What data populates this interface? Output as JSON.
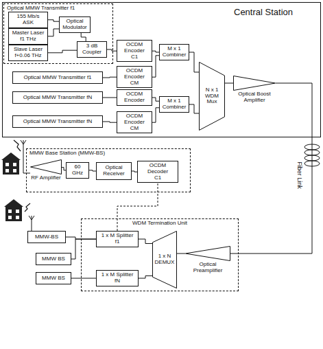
{
  "diagram": {
    "nodes": [
      {
        "text": [
          "Central Station"
        ]
      },
      {
        "text": [
          "Optical MMW Transmitter f1"
        ],
        "in": 0
      },
      {
        "text": [
          "155 Mb/s ASK"
        ],
        "in": 1
      },
      {
        "text": [
          "Master Laser f1 THz"
        ],
        "in": 1
      },
      {
        "text": [
          "Slave Laser f+0.06 THz"
        ],
        "in": 1
      },
      {
        "text": [
          "Optical Modulator"
        ],
        "in": 1
      },
      {
        "text": [
          "3 dB Coupler"
        ],
        "in": 1
      },
      {
        "text": [
          "OCDM Encoder",
          "C1"
        ],
        "in": 0
      },
      {
        "text": [
          "M x 1 Combiner"
        ],
        "in": 0
      },
      {
        "text": [
          "Optical MMW Transmitter f1"
        ],
        "in": 0
      },
      {
        "text": [
          "OCDM Encoder",
          "CM"
        ],
        "in": 0
      },
      {
        "text": [
          "Optical MMW Transmitter fN"
        ],
        "in": 0
      },
      {
        "text": [
          "OCDM Encoder"
        ],
        "in": 0
      },
      {
        "text": [
          "Optical MMW Transmitter fN"
        ],
        "in": 0
      },
      {
        "text": [
          "OCDM Encoder",
          "CM"
        ],
        "in": 0
      },
      {
        "text": [
          "M x 1 Combiner"
        ],
        "in": 0
      },
      {
        "text": [
          "N x 1 WDM Mux"
        ],
        "in": 0
      },
      {
        "text": [
          "Optical Boost Amplifier"
        ],
        "in": 0
      },
      {
        "text": [
          "MMW Base Station (MMW-BS)"
        ]
      },
      {
        "text": [
          "RF Amplifier"
        ],
        "in": 18
      },
      {
        "text": [
          "60 GHz"
        ],
        "in": 18
      },
      {
        "text": [
          "Optical Receiver"
        ],
        "in": 18
      },
      {
        "text": [
          "OCDM Decoder",
          "C1"
        ],
        "in": 18
      },
      {
        "text": [
          "MMW-BS"
        ]
      },
      {
        "text": [
          "MMW BS"
        ]
      },
      {
        "text": [
          "MMW BS"
        ]
      },
      {
        "text": [
          "WDM Termination Unit"
        ]
      },
      {
        "text": [
          "1 x M Splitter",
          "f1"
        ],
        "in": 26
      },
      {
        "text": [
          "1 x M Splitter",
          "fN"
        ],
        "in": 26
      },
      {
        "text": [
          "1 x N DEMUX"
        ],
        "in": 26
      },
      {
        "text": [
          "Optical Preamplifier"
        ],
        "in": 26
      }
    ],
    "edges": [
      {
        "from": 2,
        "to": 5,
        "arrow": "none"
      },
      {
        "from": 3,
        "to": 5,
        "arrow": "none"
      },
      {
        "from": 5,
        "to": 6,
        "arrow": "none"
      },
      {
        "from": 4,
        "to": 6,
        "arrow": "none"
      },
      {
        "from": 6,
        "to": 7,
        "arrow": "none"
      },
      {
        "from": 7,
        "to": 8,
        "arrow": "none"
      },
      {
        "from": 9,
        "to": 10,
        "arrow": "none"
      },
      {
        "from": 10,
        "to": 8,
        "arrow": "none"
      },
      {
        "from": 11,
        "to": 12,
        "arrow": "none"
      },
      {
        "from": 13,
        "to": 14,
        "arrow": "none"
      },
      {
        "from": 12,
        "to": 15,
        "arrow": "none"
      },
      {
        "from": 14,
        "to": 15,
        "arrow": "none"
      },
      {
        "from": 8,
        "to": 16,
        "arrow": "none"
      },
      {
        "from": 15,
        "to": 16,
        "arrow": "none"
      },
      {
        "from": 16,
        "to": 17,
        "arrow": "none"
      },
      {
        "from": 17,
        "to": 30,
        "arrow": "none"
      },
      {
        "from": 30,
        "to": 29,
        "arrow": "none"
      },
      {
        "from": 29,
        "to": 27,
        "arrow": "none"
      },
      {
        "from": 29,
        "to": 28,
        "arrow": "none"
      },
      {
        "from": 27,
        "to": 23,
        "arrow": "none"
      },
      {
        "from": 27,
        "to": 24,
        "arrow": "none"
      },
      {
        "from": 28,
        "to": 25,
        "arrow": "none"
      },
      {
        "from": 27,
        "to": 22,
        "arrow": "none"
      },
      {
        "from": 22,
        "to": 21,
        "arrow": "none"
      },
      {
        "from": 21,
        "to": 20,
        "arrow": "none"
      },
      {
        "from": 20,
        "to": 19,
        "arrow": "none"
      }
    ],
    "labels": [
      "Fiber Link"
    ]
  }
}
